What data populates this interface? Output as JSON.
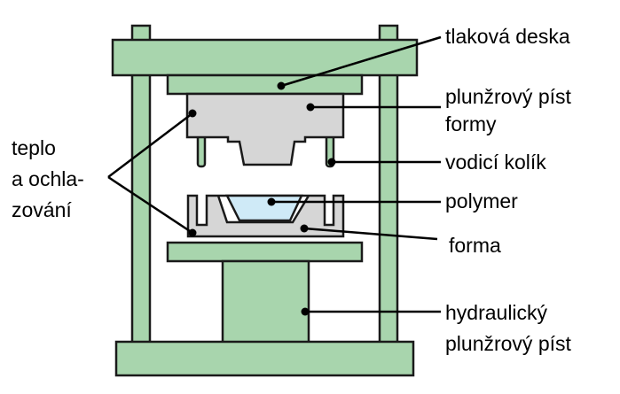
{
  "labels": {
    "pressure_plate": "tlaková deska",
    "mold_plunger_line1": "plunžrový píst",
    "mold_plunger_line2": "formy",
    "guide_pin": "vodicí kolík",
    "polymer": "polymer",
    "mold": "forma",
    "hydraulic_plunger_line1": "hydraulický",
    "hydraulic_plunger_line2": "plunžrový píst",
    "heat_line1": "teplo",
    "heat_line2": "a ochla-",
    "heat_line3": "zování"
  },
  "colors": {
    "frame_green": "#a8d5ad",
    "mold_gray": "#d6d6d6",
    "polymer_blue": "#cfeaf7",
    "outline": "#1a1a1a"
  }
}
